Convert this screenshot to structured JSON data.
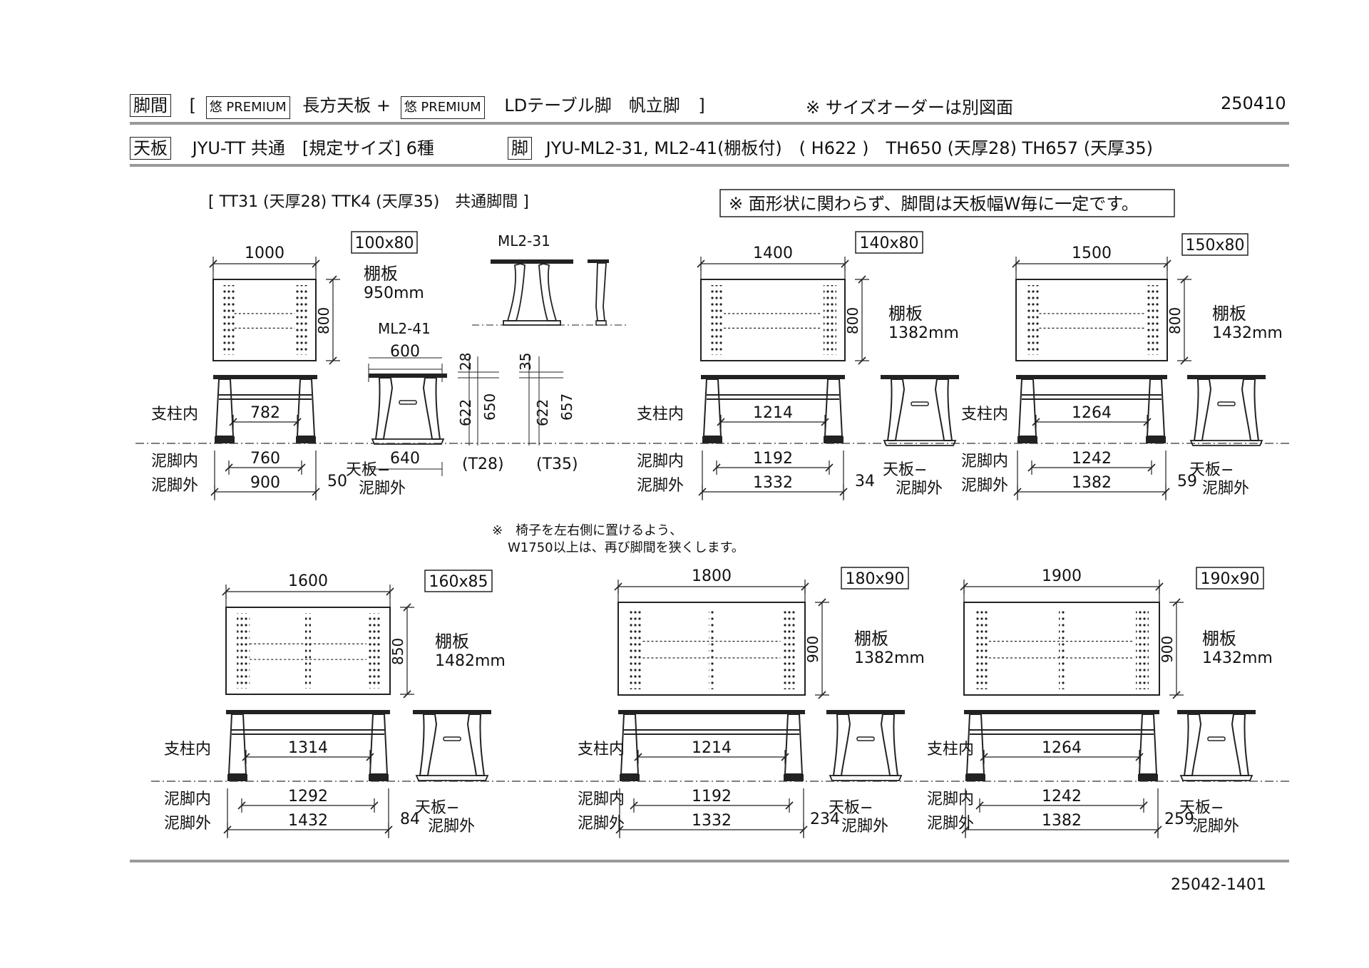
{
  "header": {
    "label_kyakkan": "脚間",
    "bracket_open": "[",
    "brand1": "悠 PREMIUM",
    "product1": "長方天板 +",
    "brand2": "悠 PREMIUM",
    "product2": "LDテーブル脚　帆立脚",
    "bracket_close": "]",
    "size_order_note": "※ サイズオーダーは別図面",
    "date_code": "250410"
  },
  "row2": {
    "label_tenban": "天板",
    "top_spec": "JYU-TT 共通　[規定サイズ] 6種",
    "label_ashi": "脚",
    "leg_spec": "JYU-ML2-31, ML2-41(棚板付)　( H622 )　TH650 (天厚28) TH657 (天厚35)"
  },
  "notes": {
    "common": "[ TT31 (天厚28) TTK4 (天厚35)　共通脚間 ]",
    "constant_boxed": "※ 面形状に関わらず、脚間は天板幅W毎に一定です。",
    "chair_line1": "※　椅子を左右側に置けるよう、",
    "chair_line2": "W1750以上は、再び脚間を狭くします。"
  },
  "labels": {
    "inner_post": "支柱内",
    "mud_inner": "泥脚内",
    "mud_outer": "泥脚外",
    "shelf": "棚板",
    "top_mud_1": "天板−",
    "top_mud_2": "泥脚外"
  },
  "legs": {
    "ml231": "ML2-31",
    "ml241": "ML2-41",
    "side_width": "600",
    "mud_width": "640",
    "t28": "28",
    "t35": "35",
    "h622a": "622",
    "h650": "650",
    "h622b": "622",
    "h657": "657",
    "t28_label": "(T28)",
    "t35_label": "(T35)"
  },
  "tables": [
    {
      "size_code": "100x80",
      "width": "1000",
      "depth": "800",
      "shelf": "950mm",
      "post_inner": "782",
      "mud_inner": "760",
      "mud_outer": "900",
      "overhang": "50"
    },
    {
      "size_code": "140x80",
      "width": "1400",
      "depth": "800",
      "shelf": "1382mm",
      "post_inner": "1214",
      "mud_inner": "1192",
      "mud_outer": "1332",
      "overhang": "34"
    },
    {
      "size_code": "150x80",
      "width": "1500",
      "depth": "800",
      "shelf": "1432mm",
      "post_inner": "1264",
      "mud_inner": "1242",
      "mud_outer": "1382",
      "overhang": "59"
    },
    {
      "size_code": "160x85",
      "width": "1600",
      "depth": "850",
      "shelf": "1482mm",
      "post_inner": "1314",
      "mud_inner": "1292",
      "mud_outer": "1432",
      "overhang": "84"
    },
    {
      "size_code": "180x90",
      "width": "1800",
      "depth": "900",
      "shelf": "1382mm",
      "post_inner": "1214",
      "mud_inner": "1192",
      "mud_outer": "1332",
      "overhang": "234"
    },
    {
      "size_code": "190x90",
      "width": "1900",
      "depth": "900",
      "shelf": "1432mm",
      "post_inner": "1264",
      "mud_inner": "1242",
      "mud_outer": "1382",
      "overhang": "259"
    }
  ],
  "footer_code": "25042-1401"
}
